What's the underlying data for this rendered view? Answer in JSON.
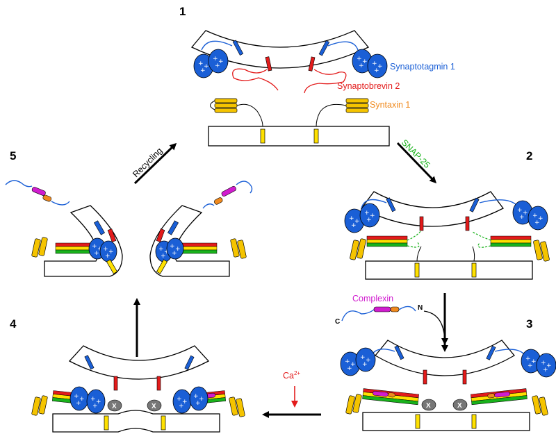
{
  "steps": [
    "1",
    "2",
    "3",
    "4",
    "5"
  ],
  "labels": {
    "synaptotagmin": "Synaptotagmin 1",
    "synaptobrevin": "Synaptobrevin 2",
    "syntaxin": "Syntaxin 1",
    "snap25": "SNAP-25",
    "complexin": "Complexin",
    "complexin_c": "C",
    "complexin_n": "N",
    "recycling": "Recycling",
    "calcium_base": "Ca",
    "calcium_sup": "2+"
  },
  "colors": {
    "synaptotagmin": "#1a5fd6",
    "synaptobrevin": "#e31b1b",
    "syntaxin": "#f08a1e",
    "snap25": "#19b21b",
    "complexin": "#d11ccf",
    "syntaxin_helix": "#f5c400",
    "tm_domain": "#ffe100",
    "calcium": "#e31b1b",
    "x_marker": "#777777"
  },
  "symbols": {
    "x_marker": "X",
    "charge": "+"
  }
}
